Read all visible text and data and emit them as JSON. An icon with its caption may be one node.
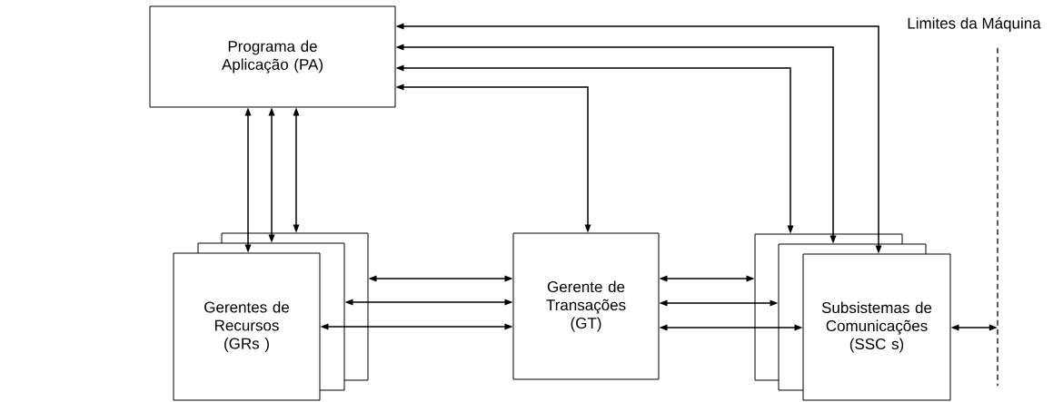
{
  "diagram": {
    "nodes": [
      {
        "text": [
          "Programa de Aplicação (PA)"
        ]
      },
      {
        "text": [
          "Limites da Máquina"
        ]
      },
      {
        "text": [
          "Gerentes de Recursos (GRs )"
        ]
      },
      {
        "text": [
          "Gerente de Transações (GT)"
        ]
      },
      {
        "text": [
          "Subsistemas de Comunicações (SSC s)"
        ]
      }
    ],
    "edges": [
      {
        "from": 0,
        "to": 2,
        "arrow": "both"
      },
      {
        "from": 0,
        "to": 2,
        "arrow": "both"
      },
      {
        "from": 0,
        "to": 2,
        "arrow": "both"
      },
      {
        "from": 0,
        "to": 3,
        "arrow": "both"
      },
      {
        "from": 0,
        "to": 4,
        "arrow": "both"
      },
      {
        "from": 0,
        "to": 4,
        "arrow": "both"
      },
      {
        "from": 0,
        "to": 4,
        "arrow": "both"
      },
      {
        "from": 2,
        "to": 3,
        "arrow": "both"
      },
      {
        "from": 2,
        "to": 3,
        "arrow": "both"
      },
      {
        "from": 2,
        "to": 3,
        "arrow": "both"
      },
      {
        "from": 3,
        "to": 4,
        "arrow": "both"
      },
      {
        "from": 3,
        "to": 4,
        "arrow": "both"
      },
      {
        "from": 3,
        "to": 4,
        "arrow": "both"
      },
      {
        "from": 4,
        "to": 1,
        "arrow": "both"
      }
    ]
  }
}
